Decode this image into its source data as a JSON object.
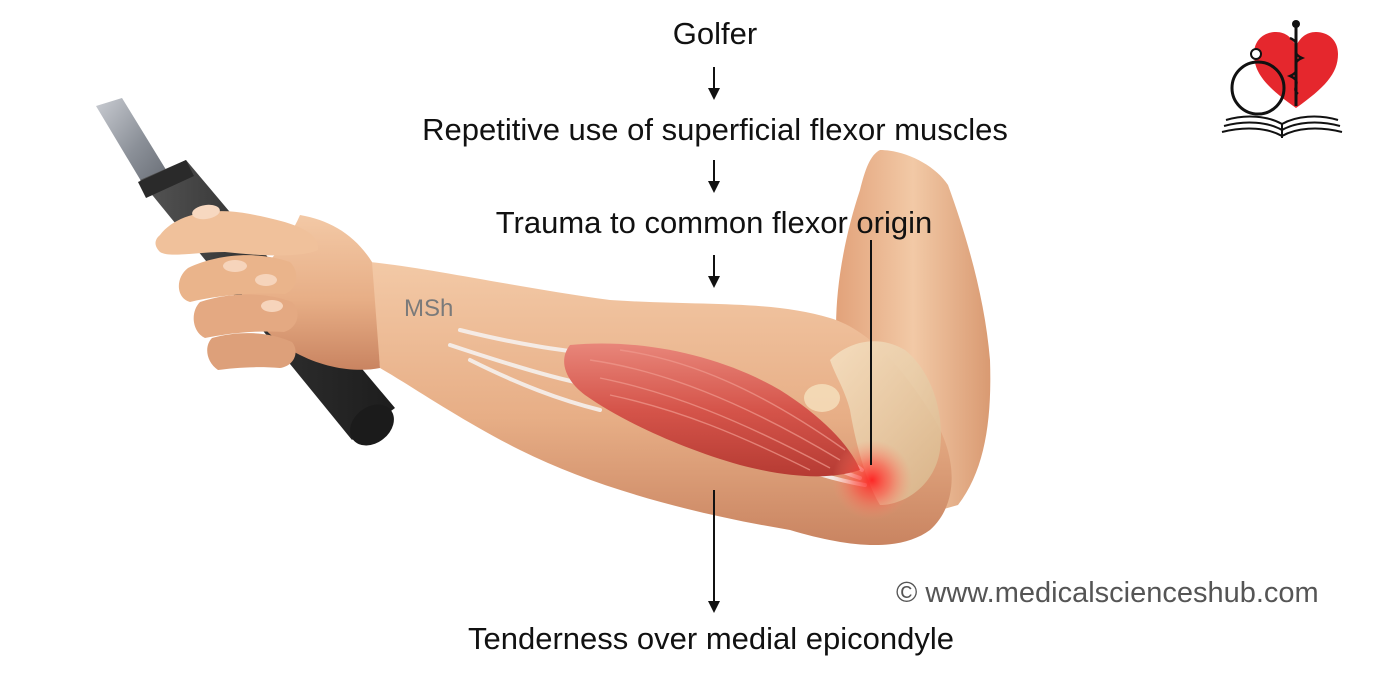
{
  "diagram": {
    "steps": [
      "Golfer",
      "Repetitive use of superficial flexor muscles",
      "Trauma to common flexor origin",
      "Tenderness over medial epicondyle"
    ],
    "watermark": "MSh",
    "copyright": "© www.medicalscienceshub.com"
  },
  "colors": {
    "text": "#111111",
    "skin": "#e9b48c",
    "muscle": "#d9544a",
    "inflammation": "#ff2a2a",
    "logo_heart": "#e5272d",
    "grip": "#3a3a3a"
  },
  "icons": [
    "golf-club-icon",
    "medical-heart-logo-icon",
    "open-book-icon"
  ]
}
